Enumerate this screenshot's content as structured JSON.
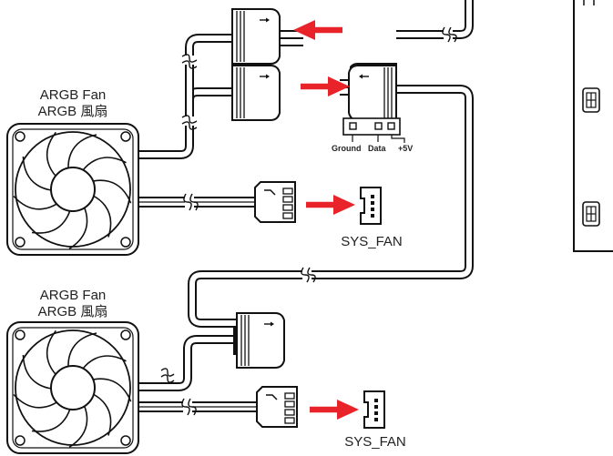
{
  "fans": [
    {
      "label_en": "ARGB Fan",
      "label_zh": "ARGB 風扇"
    },
    {
      "label_en": "ARGB Fan",
      "label_zh": "ARGB 風扇"
    }
  ],
  "pin_header": {
    "pin_labels": [
      "Ground",
      "Data",
      "+5V"
    ]
  },
  "headers": [
    {
      "label": "SYS_FAN"
    },
    {
      "label": "SYS_FAN"
    }
  ],
  "colors": {
    "arrow": "#e8232a",
    "line": "#111111",
    "background": "#ffffff"
  },
  "icons": [
    "fan-icon",
    "argb-connector-icon",
    "red-arrow-icon",
    "fan-plug-icon",
    "fan-header-icon",
    "motherboard-port-icon",
    "cable-break-icon"
  ]
}
